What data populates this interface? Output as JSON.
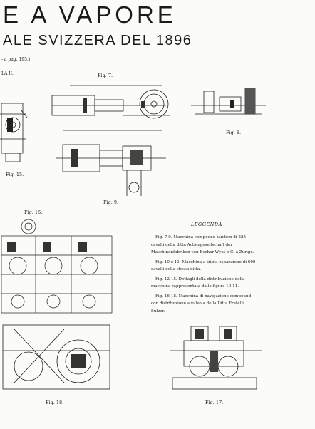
{
  "header": {
    "title": "E  A  VAPORE",
    "subtitle": "ALE SVIZZERA DEL 1896",
    "note": "- a pag. 195.)",
    "tavola": "LA II."
  },
  "figures": {
    "fig7": "Fig. 7.",
    "fig8": "Fig. 8.",
    "fig9": "Fig. 9.",
    "fig15": "Fig. 15.",
    "fig16": "Fig. 16.",
    "fig17": "Fig. 17.",
    "fig18": "Fig. 18."
  },
  "legend": {
    "title": "LEGGENDA",
    "entries": [
      "Fig. 7-9. Macchina compound tandem di 285 cavalli della ditta Actiengesellschaft der Maschinenfabriken von Escher-Wyss e C. a Zurigo.",
      "Fig. 10 e 11. Macchina a tripla espansione di 600 cavalli della stessa ditta.",
      "Fig. 12-15. Dettagli della distribuzione della macchina rappresentata dalle figure 10-11.",
      "Fig. 16-18. Macchina di navigazione compound con distribuzione a valvola della Ditta Fratelli Sulzer."
    ]
  }
}
